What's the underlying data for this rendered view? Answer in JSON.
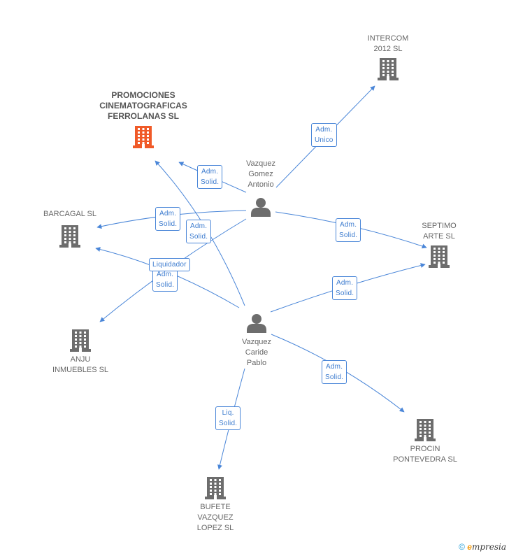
{
  "companies": {
    "promociones": {
      "label": "PROMOCIONES\nCINEMATOGRAFICAS\nFERROLANAS SL",
      "color": "#f05a28"
    },
    "intercom": {
      "label": "INTERCOM\n2012 SL",
      "color": "#6d6d6d"
    },
    "barcagal": {
      "label": "BARCAGAL SL",
      "color": "#6d6d6d"
    },
    "septimo": {
      "label": "SEPTIMO\nARTE SL",
      "color": "#6d6d6d"
    },
    "anju": {
      "label": "ANJU\nINMUEBLES SL",
      "color": "#6d6d6d"
    },
    "procin": {
      "label": "PROCIN\nPONTEVEDRA SL",
      "color": "#6d6d6d"
    },
    "bufete": {
      "label": "BUFETE\nVAZQUEZ\nLOPEZ SL",
      "color": "#6d6d6d"
    }
  },
  "persons": {
    "antonio": {
      "label": "Vazquez\nGomez\nAntonio"
    },
    "pablo": {
      "label": "Vazquez\nCaride\nPablo"
    }
  },
  "edge_labels": {
    "antonio_intercom": "Adm.\nUnico",
    "antonio_promociones": "Adm.\nSolid.",
    "antonio_barcagal": "Adm.\nSolid.",
    "pablo_promociones": "Adm.\nSolid.",
    "antonio_anju": "Liquidador",
    "pablo_barcagal": "Adm.\nSolid.",
    "antonio_septimo": "Adm.\nSolid.",
    "pablo_septimo": "Adm.\nSolid.",
    "pablo_procin": "Adm.\nSolid.",
    "pablo_bufete": "Liq.\nSolid."
  },
  "edge_color": "#4a86d8",
  "brand": {
    "symbol": "©",
    "e": "e",
    "rest": "mpresia"
  }
}
